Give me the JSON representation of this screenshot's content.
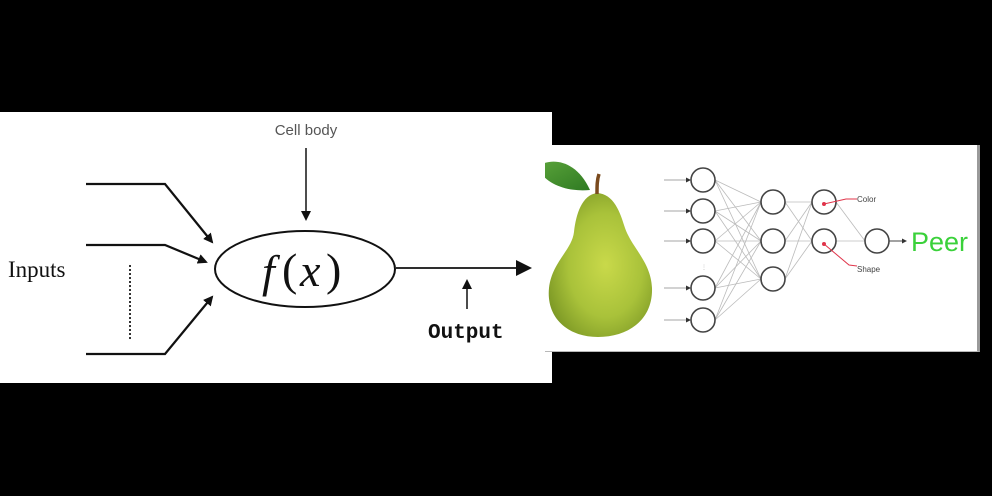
{
  "left_diagram": {
    "inputs_label": "Inputs",
    "cell_body_label": "Cell body",
    "function_f": "f",
    "function_open": "(",
    "function_x": "x",
    "function_close": ")",
    "output_label": "Output"
  },
  "right_diagram": {
    "object": "pear-image",
    "network_layers": [
      5,
      3,
      2,
      1
    ],
    "feature_labels": [
      "Color",
      "Shape"
    ],
    "prediction_label": "Peer",
    "colors": {
      "prediction": "#3ad13a",
      "feature_marker": "#e0344a",
      "node_stroke": "#444444",
      "edge": "#bbbbbb"
    }
  }
}
